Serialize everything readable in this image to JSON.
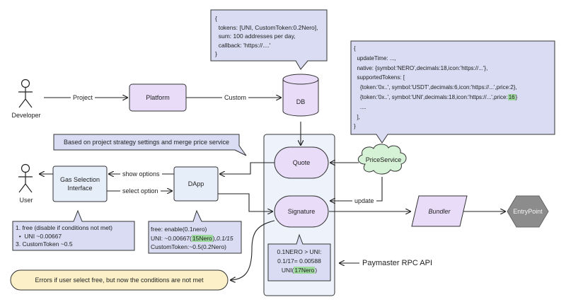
{
  "actors": {
    "developer": "Developer",
    "user": "User"
  },
  "nodes": {
    "platform": "Platform",
    "db": "DB",
    "quote": "Quote",
    "signature": "Signature",
    "price_service": "PriceService",
    "gas_selection": [
      "Gas Selection",
      "Interface"
    ],
    "dapp": "DApp",
    "bundler": "Bundler",
    "entrypoint": "EntryPoint"
  },
  "edges": {
    "project": "Project",
    "custom": "Custom",
    "show_options": "show options",
    "select_option": "select option",
    "update": "update"
  },
  "callouts": {
    "db_config": [
      "{",
      "  tokens: [UNI, CustomToken:0.2Nero],",
      "  sum: 100 addresses per day,",
      "  callback: 'https://....'",
      "}"
    ],
    "price_json": [
      "{",
      "  updateTime: ...,",
      "  native: {symbol:'NERO',decimals:18,icon:'https://...'},",
      "  supportedTokens: [",
      "    {token:'0x..', symbol:'USDT',decimals:6,icon:'https://...',price:2},",
      "    {token:'0x..', symbol:'UNI',decimals:18,icon:'https://...',price:",
      "    ....",
      "  ],",
      "}"
    ],
    "price_highlight": "16",
    "strategy": "Based on project strategy settings and merge price service",
    "user_options": [
      "1. free (disable if conditions not met)",
      "  •  UNI ~0.00667",
      "3. CustomToken ~0.5"
    ],
    "dapp_free": "free: enable(0.1nero)",
    "dapp_uni_prefix": "UNI: ~0.00667(",
    "dapp_uni_highlight": "15Nero",
    "dapp_uni_suffix": "),",
    "dapp_uni_italic": "0.1/15",
    "dapp_custom": "CustomToken:~0.5(0.2Nero)",
    "calc_line1": "0.1NERO > UNI:",
    "calc_line2": "0.1/17= 0.00588",
    "calc_line3_prefix": "UNI(",
    "calc_line3_highlight": "17Nero",
    "calc_line3_suffix": ")",
    "error": "Errors if user select free, but now the conditions are not met"
  },
  "labels": {
    "paymaster": "Paymaster RPC API"
  },
  "colors": {
    "purple_fill": "#e8dcf8",
    "blue_fill": "#e6eef9",
    "callout_fill": "#d9dcf3",
    "panel_fill": "#eef3fb",
    "green_fill": "#d6f2d6",
    "yellow_fill": "#fbf0c8",
    "gray_fill": "#8c8c8c",
    "highlight": "#9ed99e"
  }
}
